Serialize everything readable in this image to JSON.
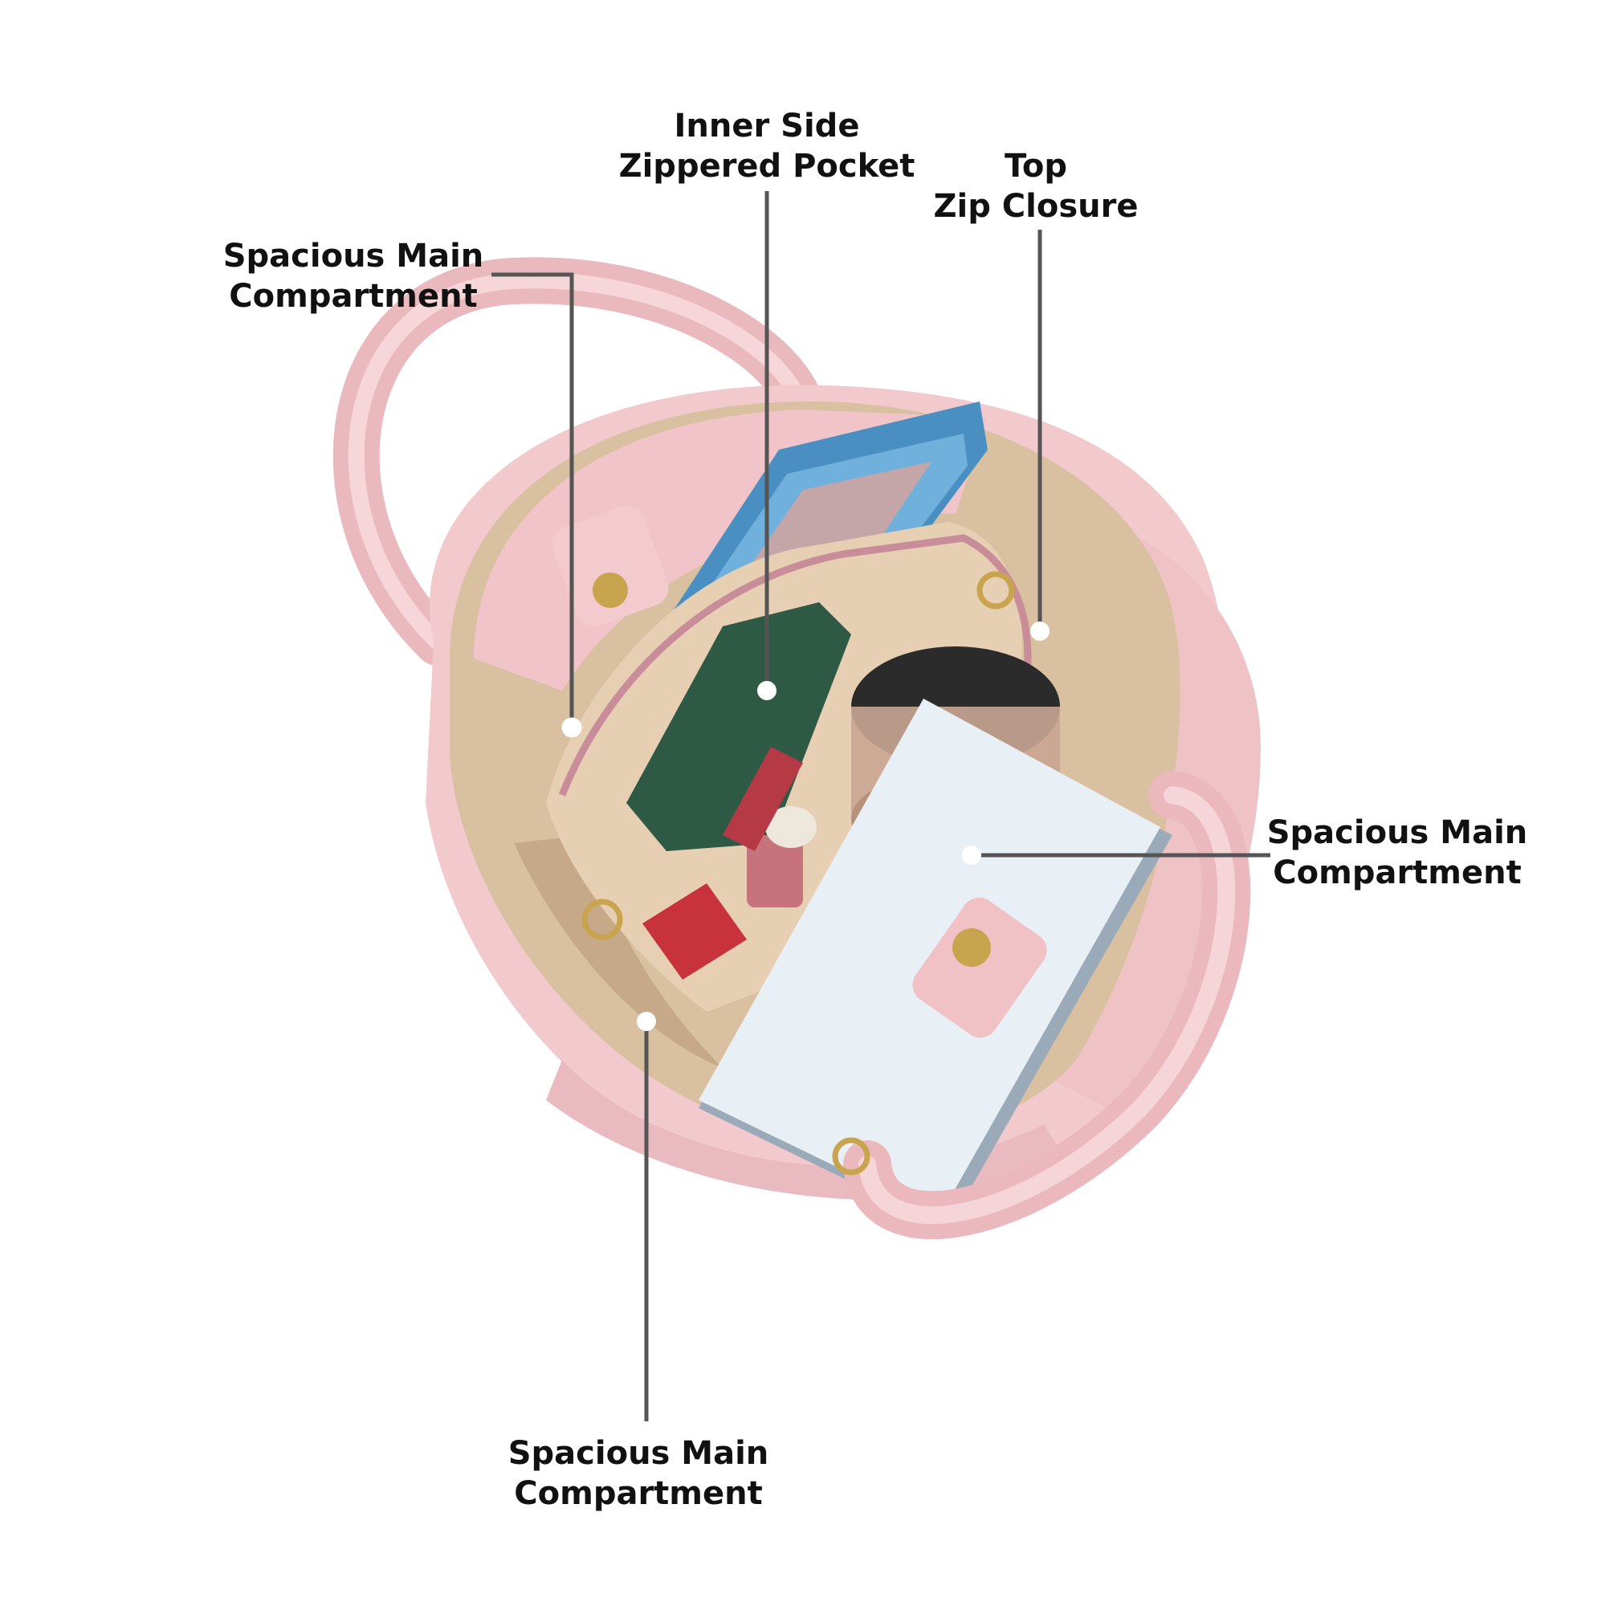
{
  "callouts": {
    "inner_side_pocket": {
      "line1": "Inner Side",
      "line2": "Zippered Pocket"
    },
    "top_zip_closure": {
      "line1": "Top",
      "line2": "Zip Closure"
    },
    "main_compartment_upper_left": {
      "line1": "Spacious Main",
      "line2": "Compartment"
    },
    "main_compartment_right": {
      "line1": "Spacious Main",
      "line2": "Compartment"
    },
    "main_compartment_bottom": {
      "line1": "Spacious Main",
      "line2": "Compartment"
    }
  },
  "colors": {
    "bag_pink": "#f2c9cc",
    "bag_pink_dark": "#e7b3b8",
    "lining_tan": "#d9c0a0",
    "lining_shadow": "#b89a78",
    "leader_line": "#555555",
    "dot": "#ffffff",
    "phone_blue": "#4a8fc2",
    "card_green": "#2e5a45",
    "book_white": "#dfe9f2",
    "gold": "#c9a44f"
  },
  "icons": {
    "callout_dot": "callout-dot-icon"
  }
}
